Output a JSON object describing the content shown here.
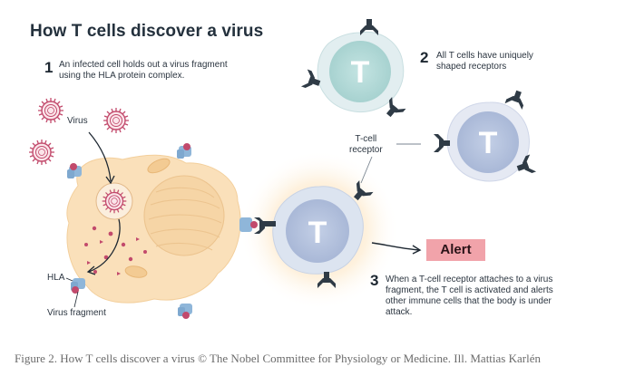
{
  "diagram": {
    "title": "How T cells discover a virus",
    "steps": [
      {
        "number": "1",
        "text_lines": [
          "An infected cell holds out a virus fragment",
          "using the HLA protein complex."
        ]
      },
      {
        "number": "2",
        "text_lines": [
          "All T cells have uniquely",
          "shaped receptors"
        ]
      },
      {
        "number": "3",
        "text_lines": [
          "When a T-cell receptor attaches to a virus",
          "fragment, the T cell is activated and alerts",
          "other immune cells that the body is under",
          "attack."
        ]
      }
    ],
    "labels": {
      "virus": "Virus",
      "t_cell_receptor_lines": [
        "T-cell",
        "receptor"
      ],
      "hla": "HLA",
      "virus_fragment": "Virus fragment",
      "alert": "Alert",
      "t_cell_letter": "T"
    },
    "colors": {
      "infected_cell": "#fae0ba",
      "t_cell_inner": "#b7c6e1",
      "t_cell_alt_inner": "#b6dcda",
      "receptor": "#2f3b46",
      "hla": "#8fb6d9",
      "virus": "#c24a6c",
      "alert_bg": "#f1a3aa"
    }
  },
  "caption": "Figure 2. How T cells discover a virus © The Nobel Committee for Physiology or Medicine. Ill. Mattias Karlén"
}
